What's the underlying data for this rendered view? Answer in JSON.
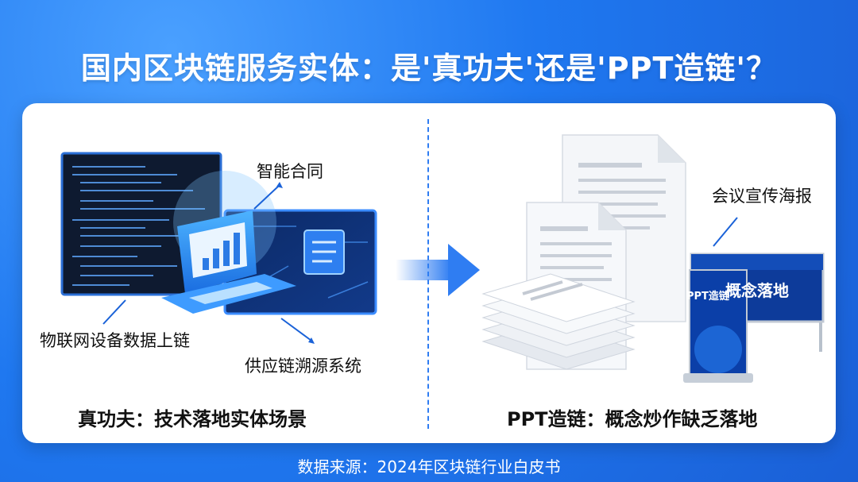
{
  "title": "国内区块链服务实体：是'真功夫'还是'PPT造链'？",
  "left": {
    "labels": {
      "smart_contract": "智能合同",
      "iot": "物联网设备数据上链",
      "supply_chain": "供应链溯源系统"
    },
    "caption": "真功夫：技术落地实体场景"
  },
  "right": {
    "labels": {
      "poster": "会议宣传海报"
    },
    "banner_text": "概念落地",
    "rollup_text": "PPT造链",
    "caption": "PPT造链：概念炒作缺乏落地"
  },
  "source": "数据来源：2024年区块链行业白皮书",
  "colors": {
    "background": "#1f78f0",
    "accent": "#2f7df2",
    "card": "#ffffff"
  }
}
